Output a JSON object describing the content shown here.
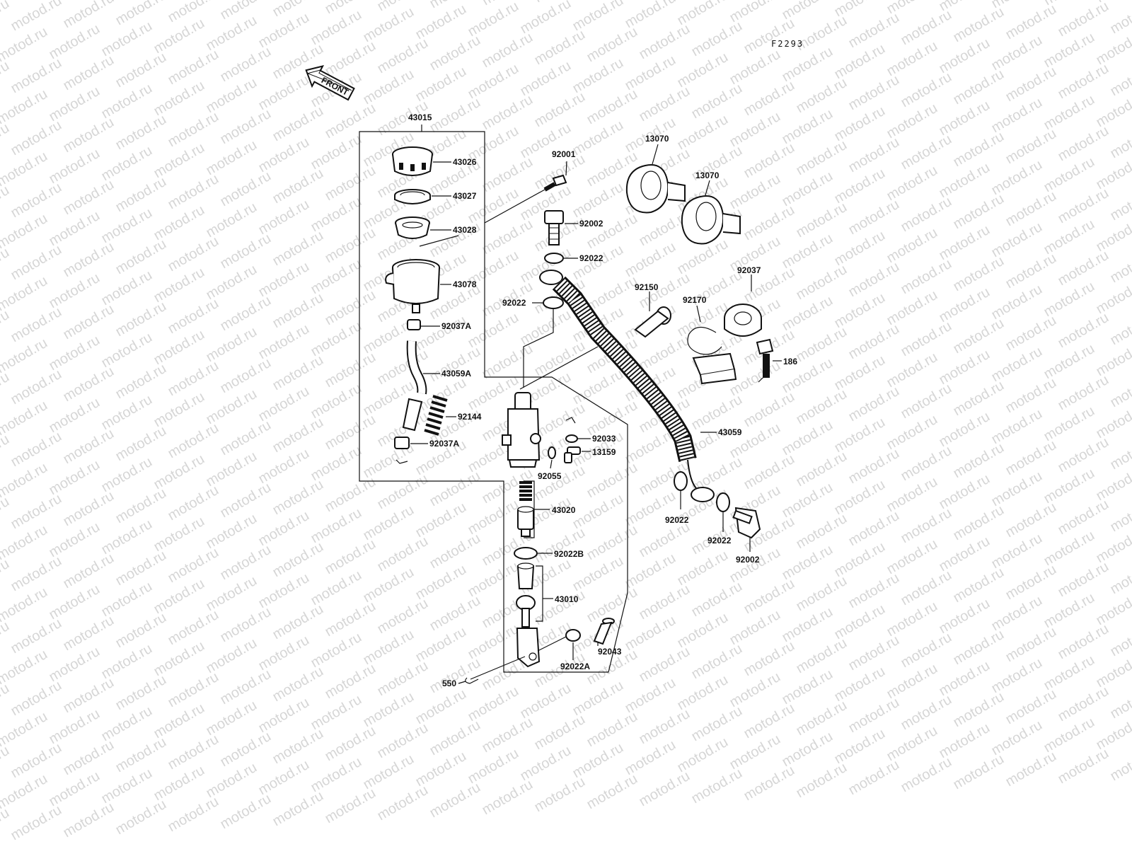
{
  "diagram_ref": "F2293",
  "watermark_text": "motod.ru",
  "front_arrow_label": "FRONT",
  "labels": {
    "p43015": "43015",
    "p43026": "43026",
    "p43027": "43027",
    "p43028": "43028",
    "p43078": "43078",
    "p92037A_top": "92037A",
    "p43059A": "43059A",
    "p92144": "92144",
    "p92037A_bottom": "92037A",
    "p92001": "92001",
    "p92002_top": "92002",
    "p92022_top": "92022",
    "p92022_left": "92022",
    "p13070_a": "13070",
    "p13070_b": "13070",
    "p92037": "92037",
    "p92150": "92150",
    "p92170": "92170",
    "p186": "186",
    "p43059": "43059",
    "p92033": "92033",
    "p13159": "13159",
    "p92055": "92055",
    "p43020": "43020",
    "p92022B": "92022B",
    "p43010": "43010",
    "p92043": "92043",
    "p92022A": "92022A",
    "p550": "550",
    "p92022_bl": "92022",
    "p92022_br": "92022",
    "p92002_bottom": "92002"
  }
}
